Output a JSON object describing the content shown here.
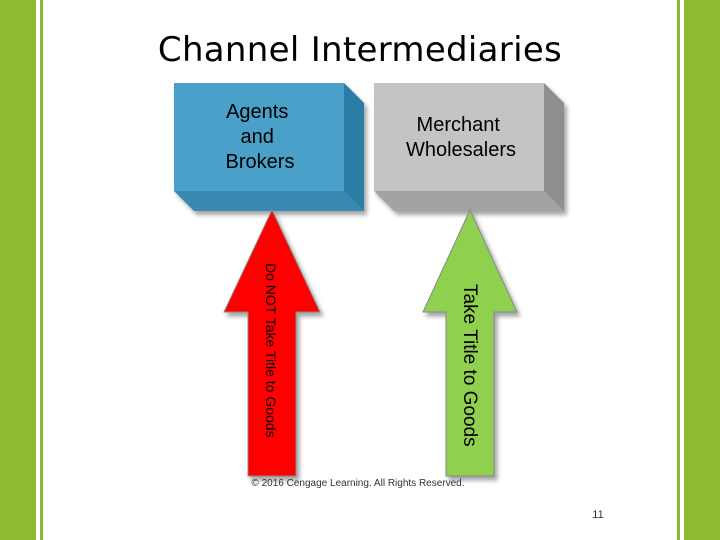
{
  "colors": {
    "left_bar": "#8cbb32",
    "right_bar": "#8cbb32",
    "agents_box": "#4aa1c9",
    "merchant_box": "#c4c4c4",
    "red_arrow": "#ff0000",
    "green_arrow": "#8fd14f"
  },
  "slide": {
    "title": "Channel Intermediaries",
    "copyright": "© 2016 Cengage Learning. All Rights Reserved.",
    "page_number": "11"
  },
  "diagram": {
    "agents_lines": [
      "Agents",
      "and",
      "Brokers"
    ],
    "merchant_lines": [
      "Merchant",
      "Wholesalers"
    ],
    "red_arrow_label": "Do NOT Take Title to Goods",
    "green_arrow_label": "Take Title to Goods"
  }
}
